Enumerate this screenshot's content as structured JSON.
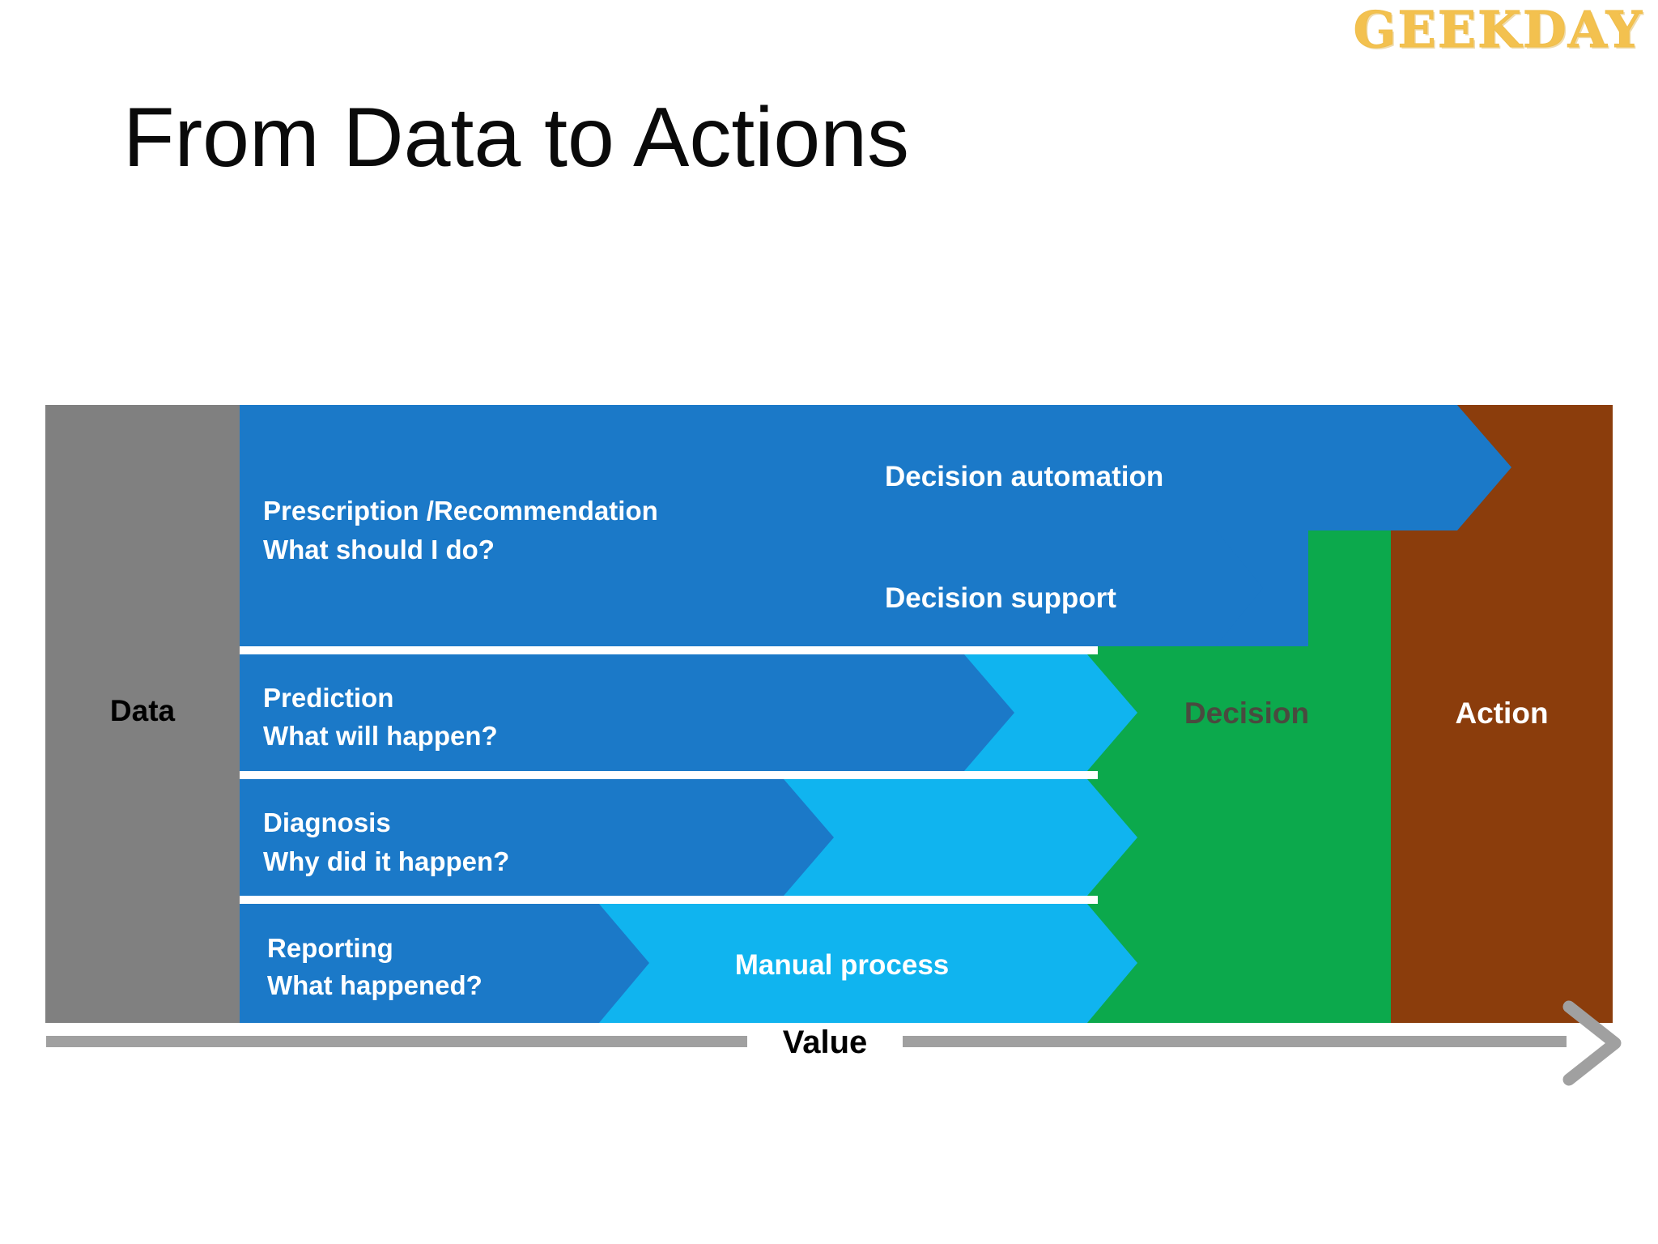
{
  "brand": {
    "logo_text": "GEEKDAY",
    "logo_color": "#F3C14F"
  },
  "slide": {
    "title": "From Data to Actions"
  },
  "diagram": {
    "type": "process-funnel",
    "axis_label": "Value",
    "columns": [
      {
        "id": "data",
        "label": "Data",
        "color": "#808080",
        "text_color": "#000000"
      },
      {
        "id": "decision",
        "label": "Decision",
        "color": "#0CA94C",
        "text_color": "#4a4a3f"
      },
      {
        "id": "action",
        "label": "Action",
        "color": "#8B3D0C",
        "text_color": "#ffffff"
      }
    ],
    "rows": [
      {
        "id": "prescription",
        "title": "Prescription /Recommendation",
        "question": "What should I do?",
        "color": "#1B79C8"
      },
      {
        "id": "prediction",
        "title": "Prediction",
        "question": "What will happen?",
        "color": "#1B79C8"
      },
      {
        "id": "diagnosis",
        "title": "Diagnosis",
        "question": "Why did it happen?",
        "color": "#1B79C8"
      },
      {
        "id": "reporting",
        "title": "Reporting",
        "question": "What happened?",
        "color": "#1B79C8"
      }
    ],
    "stage_labels": [
      {
        "id": "decision-automation",
        "label": "Decision automation",
        "color": "#ffffff"
      },
      {
        "id": "decision-support",
        "label": "Decision support",
        "color": "#ffffff"
      },
      {
        "id": "manual-process",
        "label": "Manual process",
        "color": "#ffffff"
      }
    ],
    "palette": {
      "blue_dark": "#1B79C8",
      "blue_light": "#10B4EF",
      "green": "#0CA94C",
      "brown": "#8B3D0C",
      "gray": "#808080",
      "arrow_gray": "#A0A0A0"
    }
  }
}
